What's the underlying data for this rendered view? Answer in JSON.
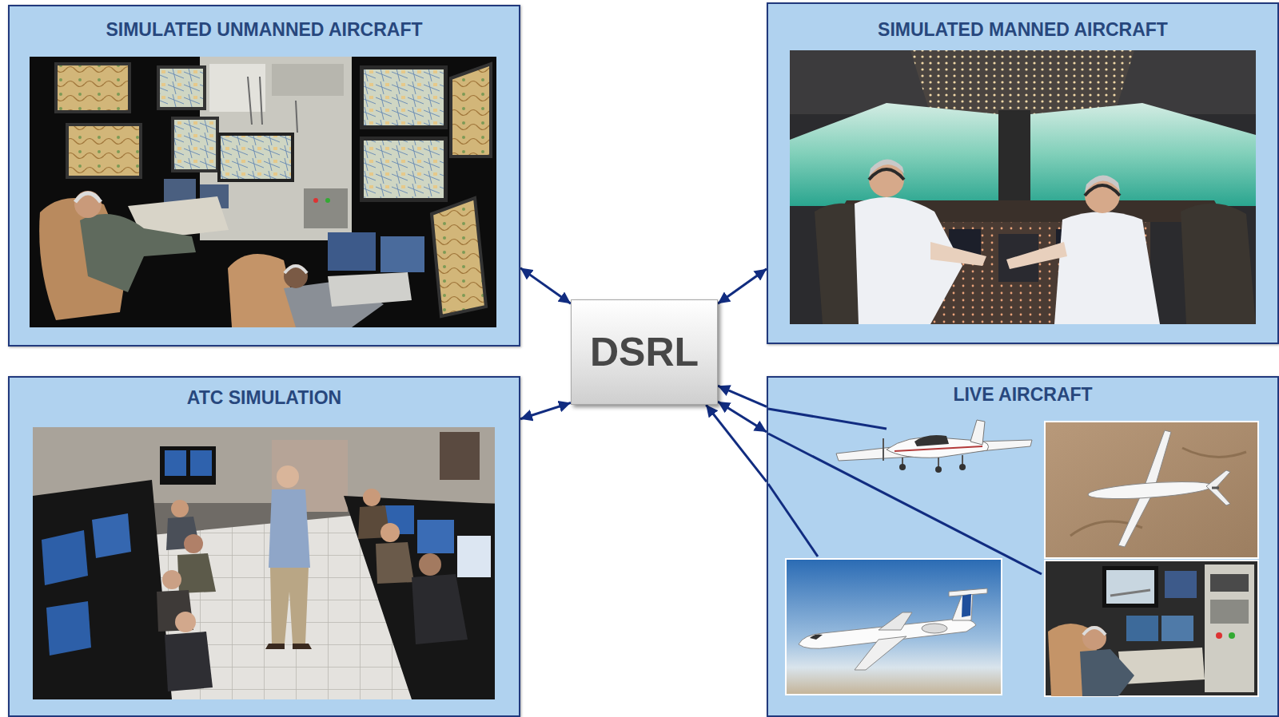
{
  "diagram": {
    "nodes": [
      {
        "text": [
          "SIMULATED UNMANNED AIRCRAFT"
        ]
      },
      {
        "text": [
          "SIMULATED MANNED AIRCRAFT"
        ]
      },
      {
        "text": [
          "DSRL"
        ]
      },
      {
        "text": [
          "ATC SIMULATION"
        ]
      },
      {
        "text": [
          "LIVE AIRCRAFT"
        ]
      }
    ],
    "edges": [
      {
        "from": 0,
        "to": 2,
        "arrow": "both"
      },
      {
        "from": 1,
        "to": 2,
        "arrow": "both"
      },
      {
        "from": 3,
        "to": 2,
        "arrow": "both"
      },
      {
        "from": 4,
        "to": 2,
        "arrow": "to"
      },
      {
        "from": 4,
        "to": 2,
        "arrow": "to"
      },
      {
        "from": 4,
        "to": 2,
        "arrow": "both"
      }
    ]
  }
}
